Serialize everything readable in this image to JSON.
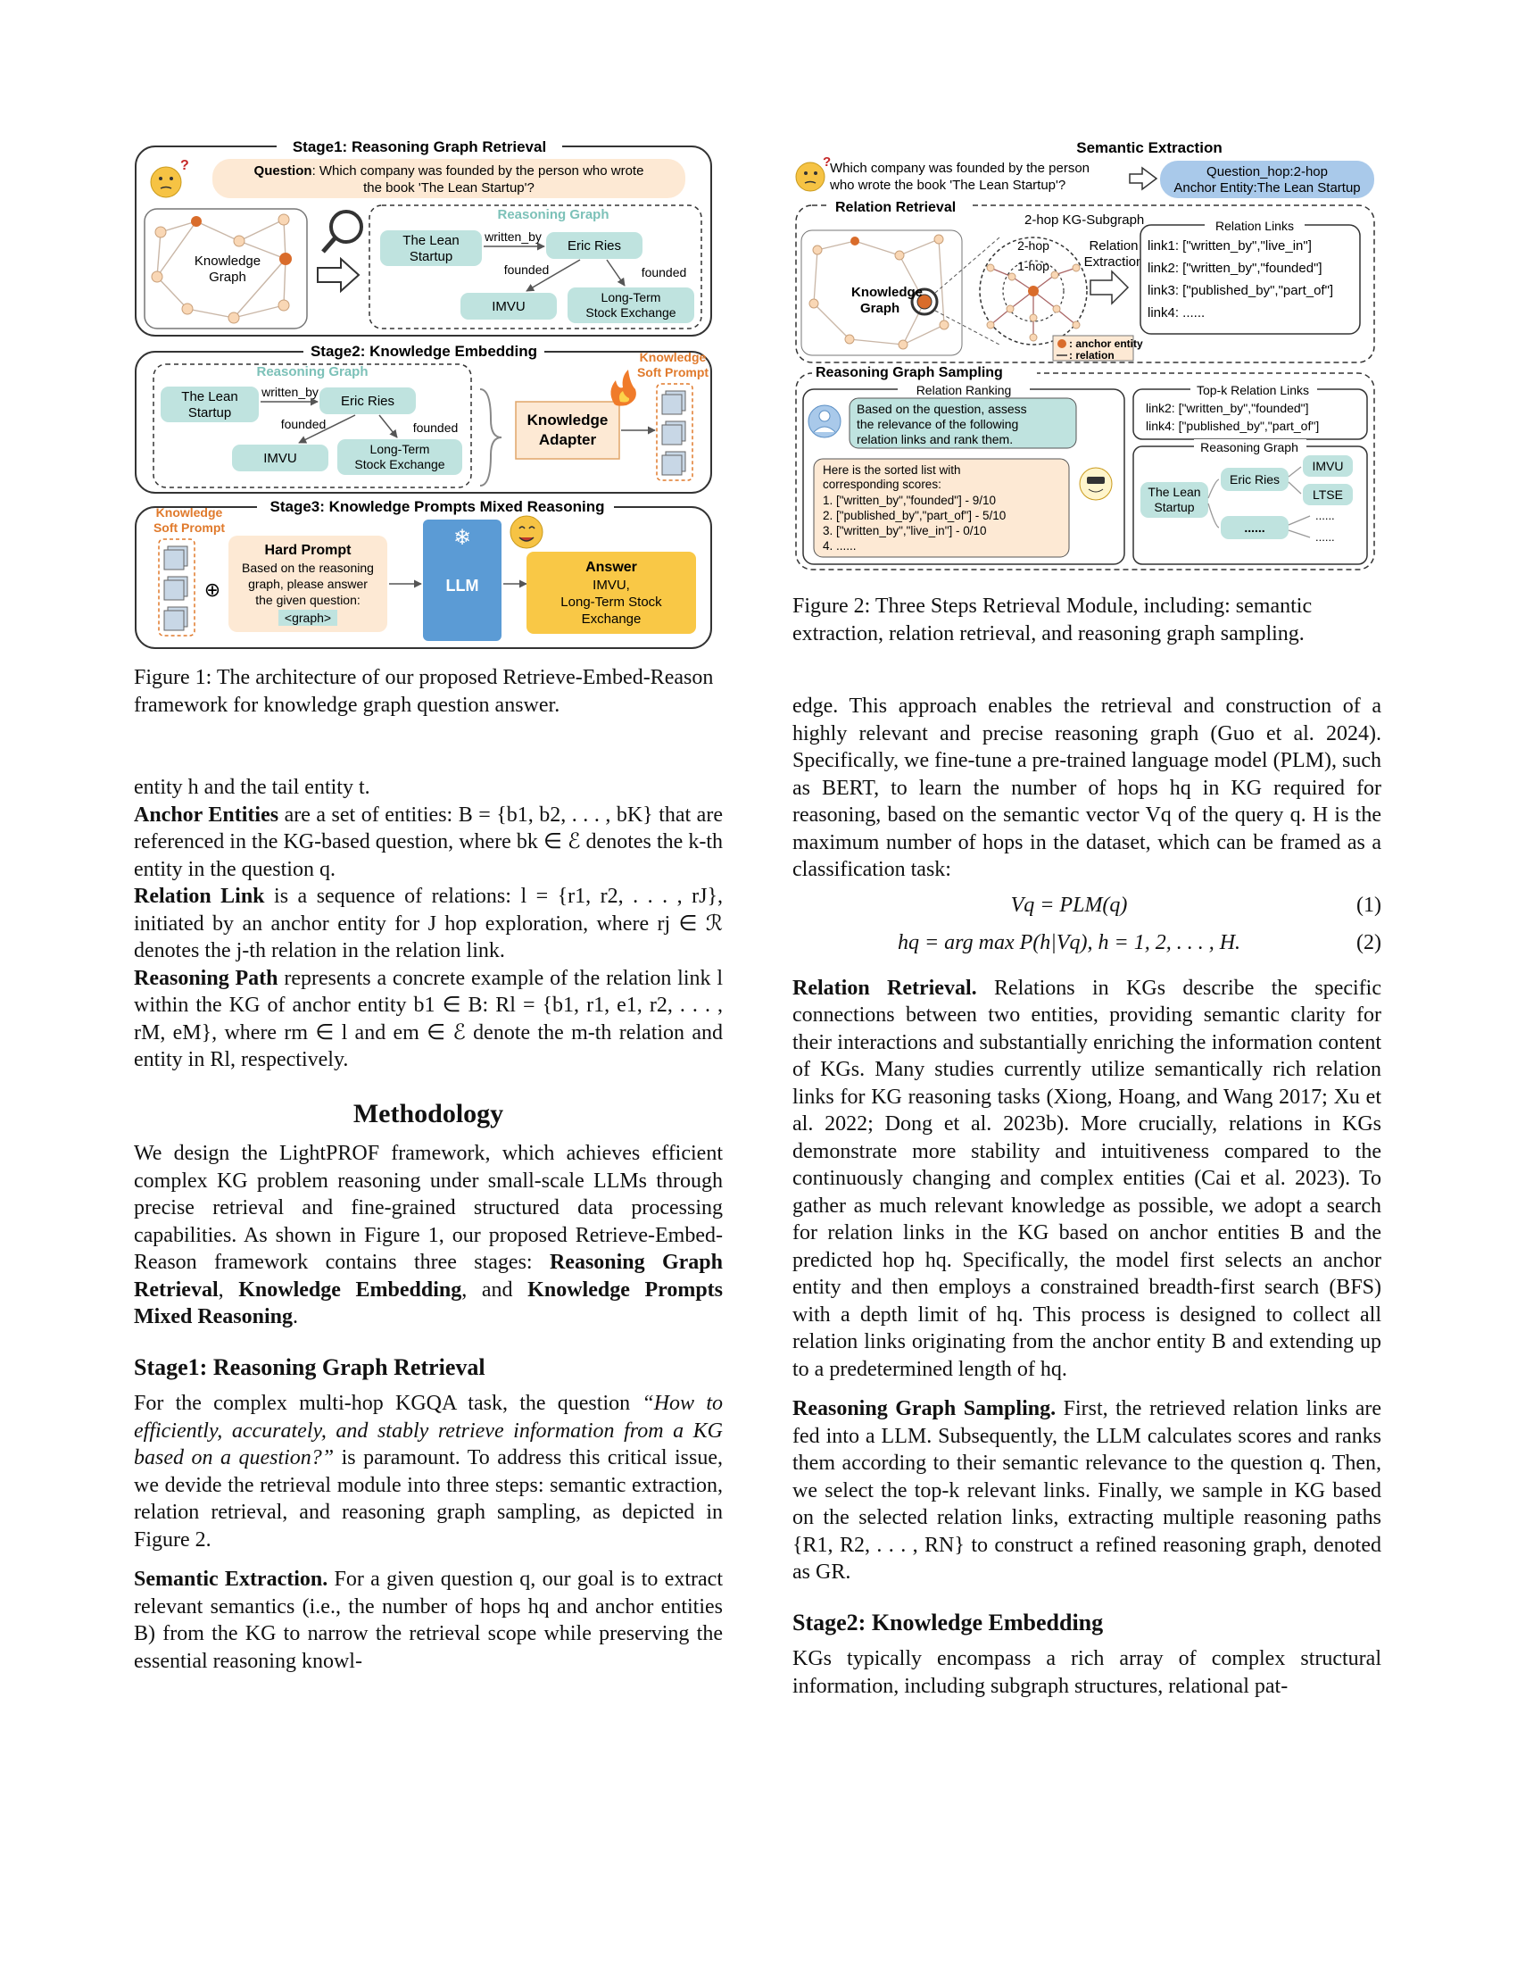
{
  "figure1": {
    "stage1": {
      "title": "Stage1: Reasoning Graph Retrieval",
      "question_label": "Question",
      "question_text": ": Which company was founded by the person who wrote",
      "question_text2": "the book 'The Lean Startup'?",
      "kg_label1": "Knowledge",
      "kg_label2": "Graph",
      "rg_title": "Reasoning Graph",
      "node_lean1": "The Lean",
      "node_lean2": "Startup",
      "node_eric": "Eric Ries",
      "node_imvu": "IMVU",
      "node_ltse1": "Long-Term",
      "node_ltse2": "Stock Exchange",
      "edge_written": "written_by",
      "edge_founded1": "founded",
      "edge_founded2": "founded"
    },
    "stage2": {
      "title": "Stage2: Knowledge Embedding",
      "rg_title": "Reasoning Graph",
      "adapter1": "Knowledge",
      "adapter2": "Adapter",
      "soft1": "Knowledge",
      "soft2": "Soft Prompt"
    },
    "stage3": {
      "title": "Stage3: Knowledge Prompts Mixed Reasoning",
      "soft1": "Knowledge",
      "soft2": "Soft Prompt",
      "hard_title": "Hard Prompt",
      "hard1": "Based on the reasoning",
      "hard2": "graph, please answer",
      "hard3": "the given question:",
      "hard4": "<graph>",
      "llm": "LLM",
      "answer_title": "Answer",
      "answer1": "IMVU,",
      "answer2": "Long-Term Stock",
      "answer3": "Exchange"
    },
    "caption": "Figure 1: The architecture of our proposed Retrieve-Embed-Reason framework for knowledge graph question answer."
  },
  "figure2": {
    "semantic_title": "Semantic Extraction",
    "question1": "Which company was founded by the person",
    "question2": "who wrote the book 'The Lean Startup'?",
    "hop1": "Question_hop:2-hop",
    "hop2": "Anchor Entity:The Lean Startup",
    "relation_retrieval": "Relation Retrieval",
    "subgraph_label": "2-hop KG-Subgraph",
    "kg1": "Knowledge",
    "kg2": "Graph",
    "two_hop": "2-hop",
    "one_hop": "1-hop",
    "rel_extract1": "Relation",
    "rel_extract2": "Extraction",
    "links_title": "Relation Links",
    "link1": "link1: [\"written_by\",\"live_in\"]",
    "link2": "link2: [\"written_by\",\"founded\"]",
    "link3": "link3: [\"published_by\",\"part_of\"]",
    "link4": "link4: ......",
    "legend_anchor": ": anchor entity",
    "legend_relation": ": relation",
    "sampling_title": "Reasoning Graph Sampling",
    "ranking_title": "Relation Ranking",
    "user1": "Based on the question, assess",
    "user2": "the relevance of the following",
    "user3": "relation links and rank them.",
    "bot1": "Here is the sorted list with",
    "bot2": "corresponding scores:",
    "bot3": "1.  [\"written_by\",\"founded\"] - 9/10",
    "bot4": "2.  [\"published_by\",\"part_of\"] - 5/10",
    "bot5": "3.  [\"written_by\",\"live_in\"] - 0/10",
    "bot6": "4.  ......",
    "topk_title": "Top-k Relation Links",
    "topk1": "link2:  [\"written_by\",\"founded\"]",
    "topk2": "link4:  [\"published_by\",\"part_of\"]",
    "rg_title": "Reasoning Graph",
    "n_lean1": "The Lean",
    "n_lean2": "Startup",
    "n_eric": "Eric Ries",
    "n_imvu": "IMVU",
    "n_ltse": "LTSE",
    "n_dots": "......",
    "n_dots2": "......",
    "n_dots3": "......",
    "caption": "Figure 2: Three Steps Retrieval Module, including: semantic extraction, relation retrieval, and reasoning graph sampling."
  },
  "left_text": {
    "p0": "entity h and the tail entity t.",
    "anchor_term": "Anchor Entities",
    "anchor_body": " are a set of entities: B = {b1, b2, . . . , bK} that are referenced in the KG-based question, where bk ∈ ℰ denotes the k-th entity in the question q.",
    "relation_term": "Relation Link",
    "relation_body": " is a sequence of relations: l = {r1, r2, . . . , rJ}, initiated by an anchor entity for J hop exploration, where rj ∈ ℛ denotes the j-th relation in the relation link.",
    "path_term": "Reasoning Path",
    "path_body": " represents a concrete example of the relation link l within the KG of anchor entity b1 ∈ B: Rl = {b1, r1, e1, r2, . . . , rM, eM}, where rm ∈ l and em ∈ ℰ denote the m-th relation and entity in Rl, respectively.",
    "methodology": "Methodology",
    "m1": "We design the LightPROF framework, which achieves efficient complex KG problem reasoning under small-scale LLMs through precise retrieval and fine-grained structured data processing capabilities. As shown in Figure 1, our proposed Retrieve-Embed-Reason framework contains three stages: ",
    "m_s1": "Reasoning Graph Retrieval",
    "m_c1": ", ",
    "m_s2": "Knowledge Embedding",
    "m_c2": ", and ",
    "m_s3": "Knowledge Prompts Mixed Reasoning",
    "m_end": ".",
    "stage1_head": "Stage1: Reasoning Graph Retrieval",
    "s1a": "For the complex multi-hop KGQA task, the question ",
    "s1_quote": "“How to efficiently, accurately, and stably retrieve information from a KG based on a question?”",
    "s1b": " is paramount. To address this critical issue, we devide the retrieval module into three steps: semantic extraction, relation retrieval, and reasoning graph sampling, as depicted in Figure 2.",
    "sem_term": "Semantic Extraction.",
    "sem_body": "  For a given question q, our goal is to extract relevant semantics (i.e., the number of hops hq and anchor entities B) from the KG to narrow the retrieval scope while preserving the essential reasoning knowl-"
  },
  "right_text": {
    "p1": "edge. This approach enables the retrieval and construction of a highly relevant and precise reasoning graph (Guo et al. 2024). Specifically, we fine-tune a pre-trained language model (PLM), such as BERT, to learn the number of hops hq in KG required for reasoning, based on the semantic vector Vq of the query q. H is the maximum number of hops in the dataset, which can be framed as a classification task:",
    "eq1": "Vq = PLM(q)",
    "eq1_num": "(1)",
    "eq2": "hq = arg max P(h|Vq), h = 1, 2, . . . , H.",
    "eq2_num": "(2)",
    "rr_term": "Relation Retrieval.",
    "rr_body": "  Relations in KGs describe the specific connections between two entities, providing semantic clarity for their interactions and substantially enriching the information content of KGs. Many studies currently utilize semantically rich relation links for KG reasoning tasks (Xiong, Hoang, and Wang 2017; Xu et al. 2022; Dong et al. 2023b). More crucially, relations in KGs demonstrate more stability and intuitiveness compared to the continuously changing and complex entities (Cai et al. 2023). To gather as much relevant knowledge as possible, we adopt a search for relation links in the KG based on anchor entities B and the predicted hop hq. Specifically, the model first selects an anchor entity and then employs a constrained breadth-first search (BFS) with a depth limit of hq. This process is designed to collect all relation links originating from the anchor entity B and extending up to a predetermined length of hq.",
    "rgs_term": "Reasoning Graph Sampling.",
    "rgs_body": "  First, the retrieved relation links are fed into a LLM. Subsequently, the LLM calculates scores and ranks them according to their semantic relevance to the question q. Then, we select the top-k relevant links. Finally, we sample in KG based on the selected relation links, extracting multiple reasoning paths {R1, R2, . . . , RN} to construct a refined reasoning graph, denoted as GR.",
    "stage2_head": "Stage2: Knowledge Embedding",
    "s2": "KGs typically encompass a rich array of complex structural information, including subgraph structures, relational pat-"
  },
  "colors": {
    "teal": "#bfe3df",
    "peach": "#fde9d4",
    "yellow": "#f9c846",
    "llm_blue": "#5b9bd5",
    "blue_pill": "#a9c9ea",
    "orange": "#e07a2c"
  }
}
